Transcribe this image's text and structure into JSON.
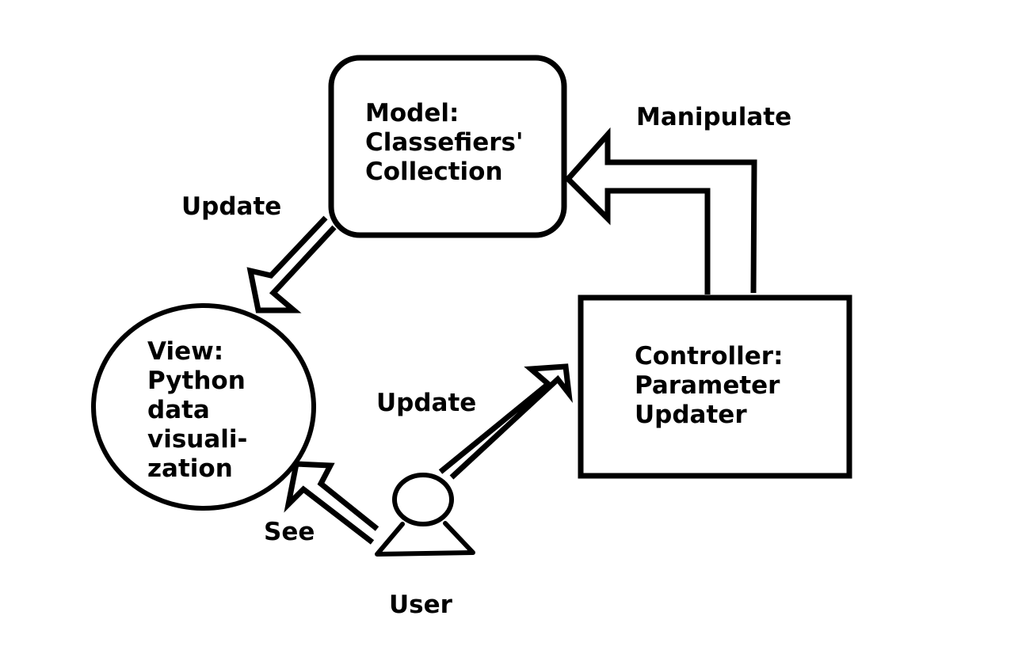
{
  "model": {
    "lines": [
      "Model:",
      "Classefiers'",
      "Collection"
    ]
  },
  "view": {
    "lines": [
      "View:",
      "Python",
      "data",
      "visuali-",
      "zation"
    ]
  },
  "controller": {
    "lines": [
      "Controller:",
      "Parameter",
      "Updater"
    ]
  },
  "labels": {
    "manipulate": "Manipulate",
    "update_model_to_view": "Update",
    "update_user_to_controller": "Update",
    "see": "See",
    "user": "User"
  },
  "colors": {
    "ink": "#000000",
    "background": "#ffffff"
  }
}
